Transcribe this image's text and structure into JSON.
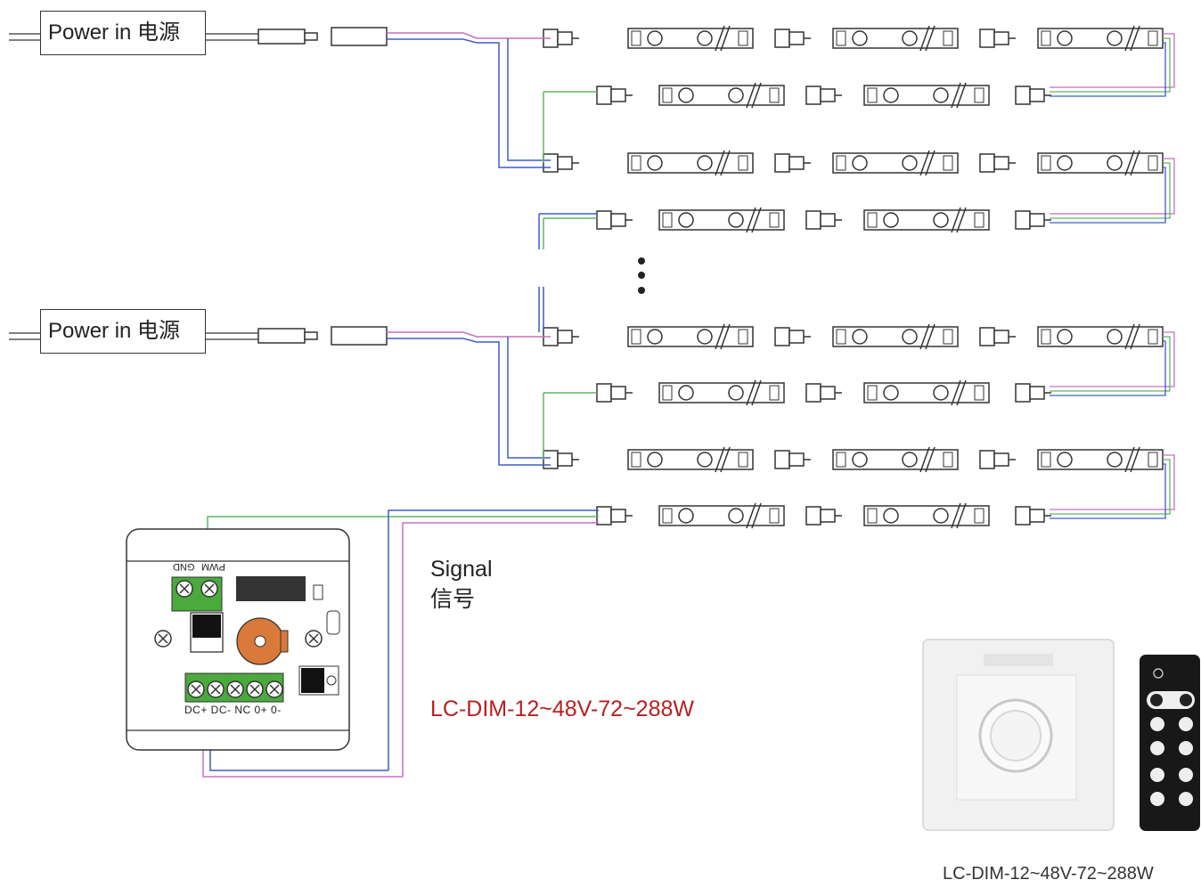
{
  "power_inputs": [
    {
      "label": "Power in 电源"
    },
    {
      "label": "Power in 电源"
    }
  ],
  "controller": {
    "top_terminals": [
      "GND",
      "PWM"
    ],
    "bottom_terminals": "DC+ DC- NC 0+ 0-"
  },
  "signal": {
    "label_line1": "Signal",
    "label_line2": "信号"
  },
  "model": {
    "label": "LC-DIM-12~48V-72~288W"
  },
  "photo": {
    "caption": "LC-DIM-12~48V-72~288W"
  },
  "colors": {
    "wire_blue": "#3a5fc8",
    "wire_pink": "#c86ec0",
    "wire_green": "#5fb85f",
    "wire_gray": "#888888",
    "terminal_green": "#4aaa3c",
    "knob_orange": "#d97a3a",
    "model_red": "#b81f1f"
  }
}
